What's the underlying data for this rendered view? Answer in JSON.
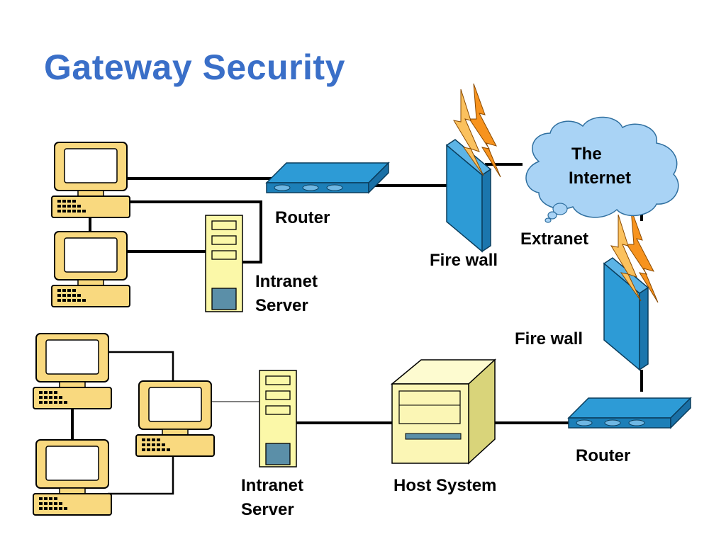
{
  "title": "Gateway Security",
  "labels": {
    "router_top": "Router",
    "intranet_server_top_line1": "Intranet",
    "intranet_server_top_line2": "Server",
    "firewall_top": "Fire wall",
    "internet_line1": "The",
    "internet_line2": "Internet",
    "extranet": "Extranet",
    "firewall_right": "Fire wall",
    "router_bottom": "Router",
    "host_system": "Host System",
    "intranet_server_bottom_line1": "Intranet",
    "intranet_server_bottom_line2": "Server"
  },
  "icons": {
    "workstation": "workstation-icon",
    "server": "server-icon",
    "router": "router-icon",
    "firewall": "firewall-icon",
    "cloud": "cloud-icon",
    "host": "host-system-icon"
  },
  "colors": {
    "title": "#3a6fc8",
    "computer_fill": "#f9d97f",
    "server_fill": "#fbf8a8",
    "device_blue": "#2d9bd6",
    "cloud_fill": "#a9d3f5",
    "flame_orange": "#f7931e",
    "host_fill": "#fbf6b5"
  }
}
